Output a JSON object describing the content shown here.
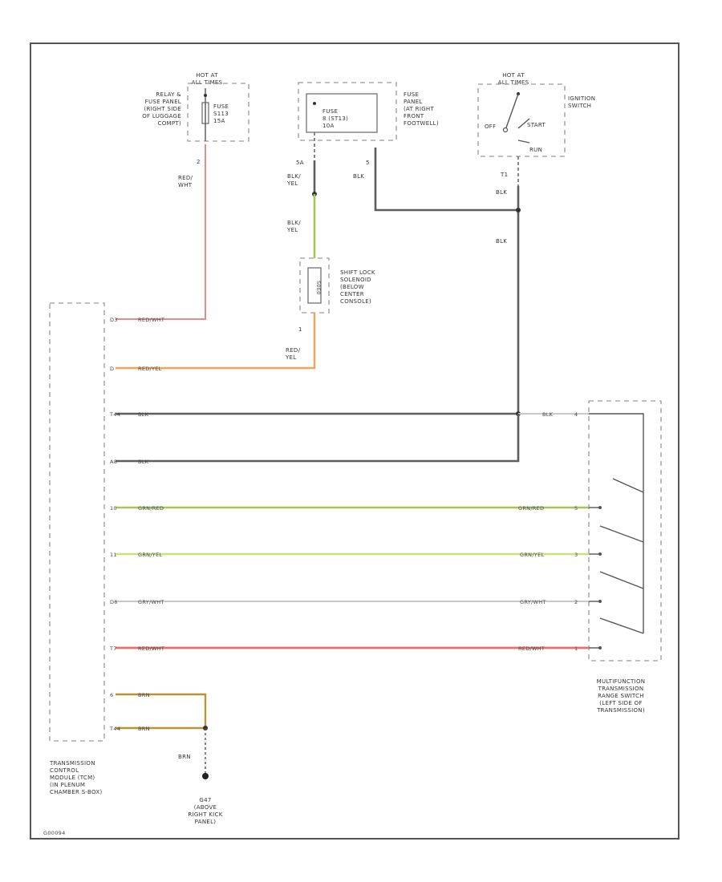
{
  "diagram_id": "G00094",
  "components": {
    "relay_fuse_panel": {
      "hot_at": "HOT AT\nALL TIMES",
      "name": "RELAY &\nFUSE PANEL\n(RIGHT SIDE\nOF LUGGAGE\nCOMPT)",
      "fuse": "FUSE\nS113\n15A",
      "pin": "2"
    },
    "fuse_panel_right": {
      "fuse": "FUSE\n8 (ST13)\n10A",
      "name": "FUSE\nPANEL\n(AT RIGHT\nFRONT\nFOOTWELL)",
      "pin_left": "5A",
      "pin_right": "5"
    },
    "ignition_switch": {
      "hot_at": "HOT AT\nALL TIMES",
      "name": "IGNITION\nSWITCH",
      "off": "OFF",
      "start": "START",
      "run": "RUN",
      "pin": "T1"
    },
    "shift_lock_solenoid": {
      "name": "SHIFT LOCK\nSOLENOID\n(BELOW\nCENTER\nCONSOLE)",
      "label_inside": "S0E0",
      "pin": "1"
    },
    "tcm": {
      "name": "TRANSMISSION\nCONTROL\nMODULE (TCM)\n(IN PLENUM\nCHAMBER S-BOX)"
    },
    "multifunction_switch": {
      "name": "MULTIFUNCTION\nTRANSMISSION\nRANGE SWITCH\n(LEFT SIDE OF\nTRANSMISSION)"
    },
    "ground": {
      "name": "G47\n(ABOVE\nRIGHT KICK\nPANEL)"
    }
  },
  "wires": {
    "fuse_to_tcm": "RED/\nWHT",
    "fuse8_down_top": "BLK/\nYEL",
    "fuse8_down_bottom": "BLK/\nYEL",
    "fuse5_down": "BLK",
    "ign_down": "BLK",
    "ign_down_2": "BLK",
    "solenoid_out": "RED/\nYEL",
    "ground_wire": "BRN"
  },
  "tcm_pins": [
    {
      "pin": "D3",
      "wire": "RED/WHT"
    },
    {
      "pin": "D",
      "wire": "RED/YEL"
    },
    {
      "pin": "T44",
      "wire": "BLK"
    },
    {
      "pin": "A8",
      "wire": "BLK"
    },
    {
      "pin": "10",
      "wire": "GRN/RED"
    },
    {
      "pin": "11",
      "wire": "GRN/YEL"
    },
    {
      "pin": "D6",
      "wire": "GRY/WHT"
    },
    {
      "pin": "T7",
      "wire": "RED/WHT"
    },
    {
      "pin": "6",
      "wire": "BRN"
    },
    {
      "pin": "T44",
      "wire": "BRN"
    }
  ],
  "switch_pins": [
    {
      "pin": "4",
      "wire": "BLK"
    },
    {
      "pin": "5",
      "wire": "GRN/RED"
    },
    {
      "pin": "3",
      "wire": "GRN/YEL"
    },
    {
      "pin": "2",
      "wire": "GRY/WHT"
    },
    {
      "pin": "1",
      "wire": "RED/WHT"
    }
  ],
  "colors": {
    "black_wire": "#5e5e5e",
    "red_wire": "#ec6d6d",
    "orange_wire": "#f2a35a",
    "green_wire": "#a6c651",
    "light_green_wire": "#c6e47a",
    "grey_wire": "#c9c9c9",
    "brown_wire": "#b89436"
  }
}
